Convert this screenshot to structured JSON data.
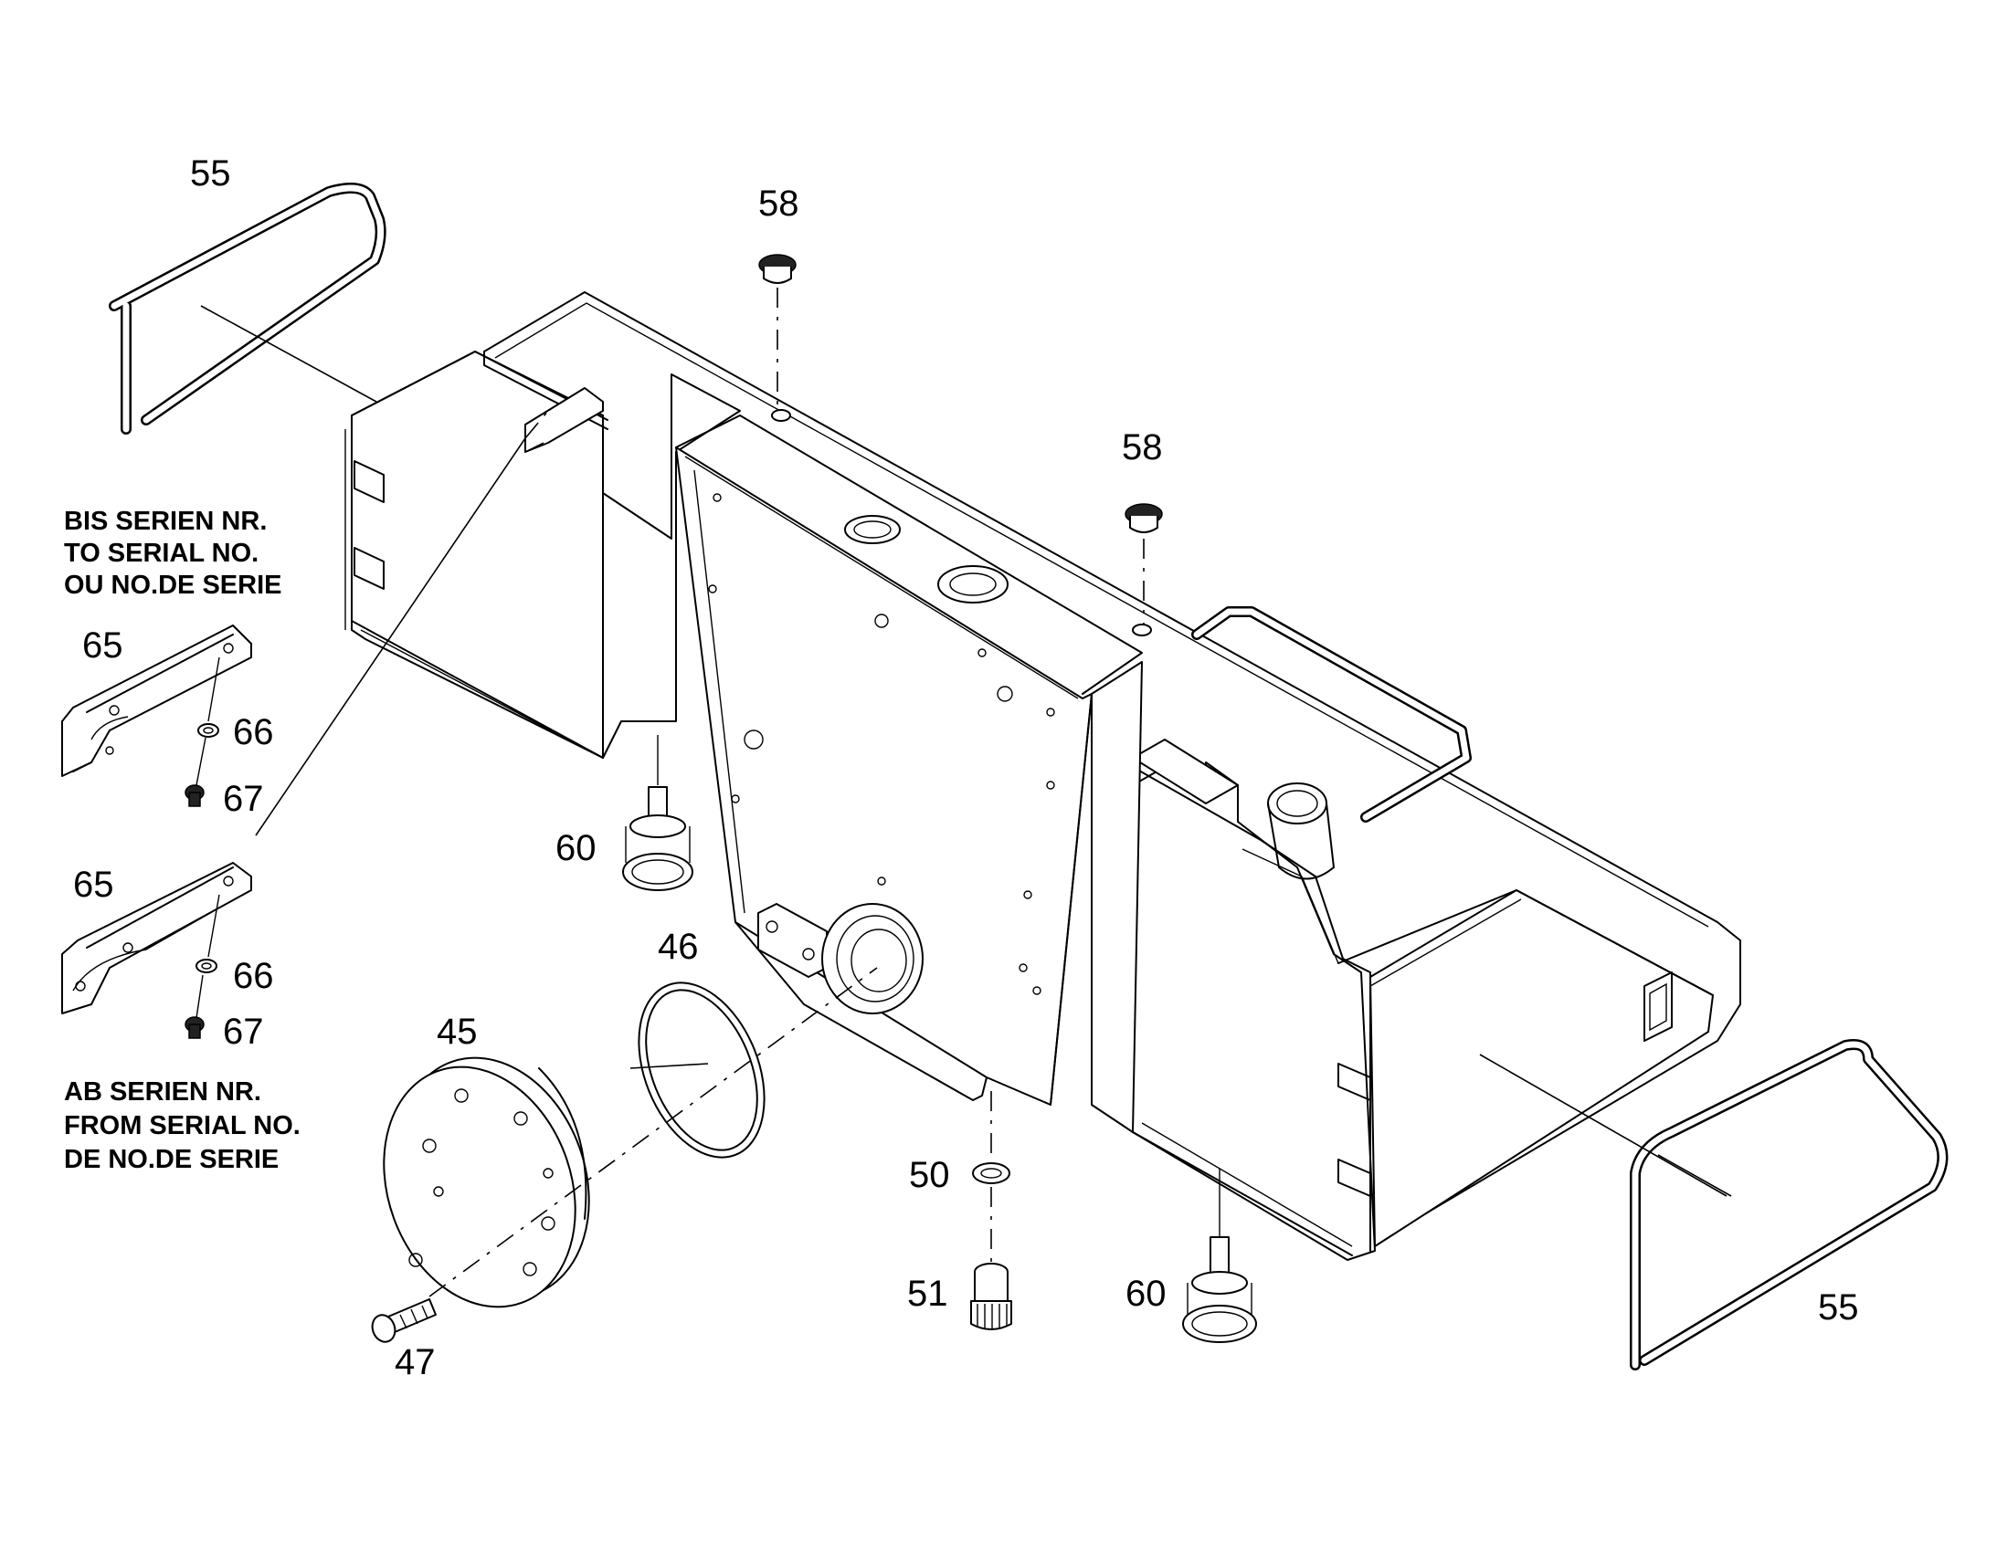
{
  "diagram": {
    "part_labels": {
      "p55_top": "55",
      "p55_bottom": "55",
      "p58_left": "58",
      "p58_right": "58",
      "p65_a": "65",
      "p65_b": "65",
      "p66_a": "66",
      "p66_b": "66",
      "p67_a": "67",
      "p67_b": "67",
      "p60_left": "60",
      "p60_right": "60",
      "p46": "46",
      "p45": "45",
      "p47": "47",
      "p50": "50",
      "p51": "51"
    },
    "notes": {
      "until_serial": [
        "BIS SERIEN NR.",
        "TO SERIAL NO.",
        "OU NO.DE SERIE"
      ],
      "from_serial": [
        "AB SERIEN NR.",
        "FROM SERIAL NO.",
        "DE NO.DE SERIE"
      ]
    }
  }
}
